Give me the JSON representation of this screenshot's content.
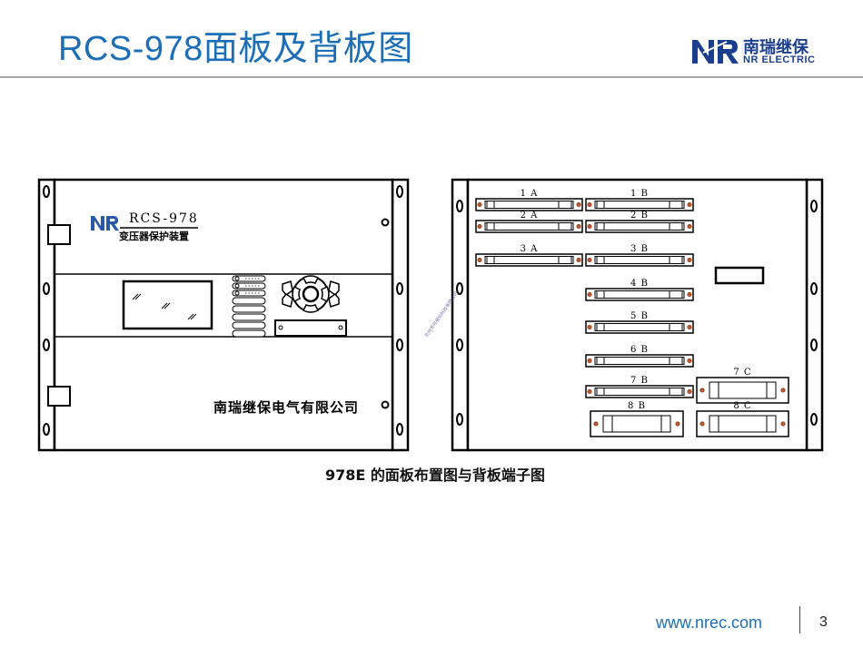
{
  "slide": {
    "title": "RCS-978面板及背板图",
    "caption": "978E 的面板布置图与背板端子图",
    "url": "www.nrec.com",
    "page_number": "3"
  },
  "logo": {
    "mark": "NR",
    "name_cn": "南瑞继保",
    "name_en": "NR ELECTRIC"
  },
  "front_panel": {
    "logo_mark": "NR",
    "model": "RCS-978",
    "device_name": "变压器保护装置",
    "company": "南瑞继保电气有限公司"
  },
  "rear_panel": {
    "watermark": "沧州市可视化科技有限公司",
    "slots": [
      "1A",
      "1B",
      "2A",
      "2B",
      "3A",
      "3B",
      "4B",
      "5B",
      "6B",
      "7B",
      "7C",
      "8B",
      "8C"
    ]
  },
  "colors": {
    "title_blue": "#1c6fb7",
    "logo_blue": "#1b3f8f",
    "rule_gray": "#a8a8a8"
  }
}
